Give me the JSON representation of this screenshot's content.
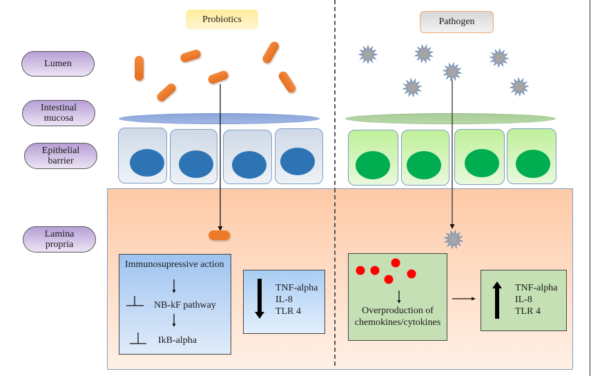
{
  "sources": {
    "probiotics": "Probiotics",
    "pathogen": "Pathogen"
  },
  "layers": {
    "lumen": "Lumen",
    "intestinal_mucosa": [
      "Intestinal",
      "mucosa"
    ],
    "epithelial_barrier": [
      "Epithelial",
      "barrier"
    ],
    "lamina_propria": [
      "Lamina",
      "propria"
    ]
  },
  "probiotic_side": {
    "immunosuppressive_box": {
      "title": "Immunosupressive action",
      "step1": "NB-kF pathway",
      "step2": "IkB-alpha"
    },
    "cytokine_box": {
      "direction": "decrease",
      "items": [
        "TNF-alpha",
        "IL-8",
        "TLR 4"
      ]
    },
    "colors": {
      "bacteria": "#ed7d31",
      "mucosa": "#8faadc",
      "nucleus": "#2e74b5"
    }
  },
  "pathogen_side": {
    "overproduction_box": {
      "lines": [
        "Overproduction of",
        "chemokines/cytokines"
      ]
    },
    "cytokine_box": {
      "direction": "increase",
      "items": [
        "TNF-alpha",
        "IL-8",
        "TLR 4"
      ]
    },
    "colors": {
      "pathogen": "#a5a5a5",
      "mucosa": "#a9d18e",
      "nucleus": "#00b050",
      "chemokine_dots": "#ff0000"
    }
  }
}
